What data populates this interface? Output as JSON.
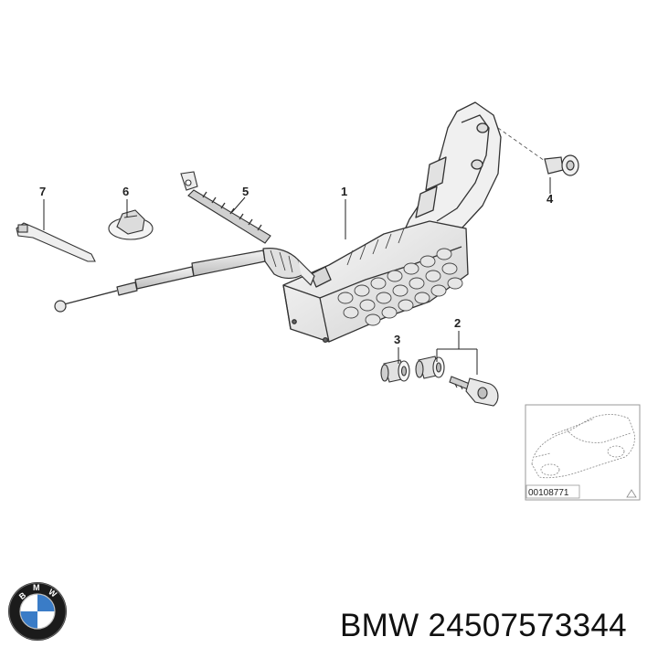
{
  "diagram": {
    "callouts": {
      "part_1": "1",
      "part_2": "2",
      "part_3": "3",
      "part_4": "4",
      "part_5": "5",
      "part_6": "6",
      "part_7": "7"
    },
    "thumbnail": {
      "reference_code": "00108771"
    }
  },
  "footer": {
    "brand": "BMW",
    "part_number": "24507573344",
    "logo_icon": "bmw-roundel-icon"
  },
  "colors": {
    "line": "#333333",
    "fill_light": "#f4f4f4",
    "fill_mid": "#dedede",
    "fill_dark": "#b5b5b5",
    "logo_blue": "#3a7cc7",
    "logo_ring": "#1b1b1b"
  }
}
